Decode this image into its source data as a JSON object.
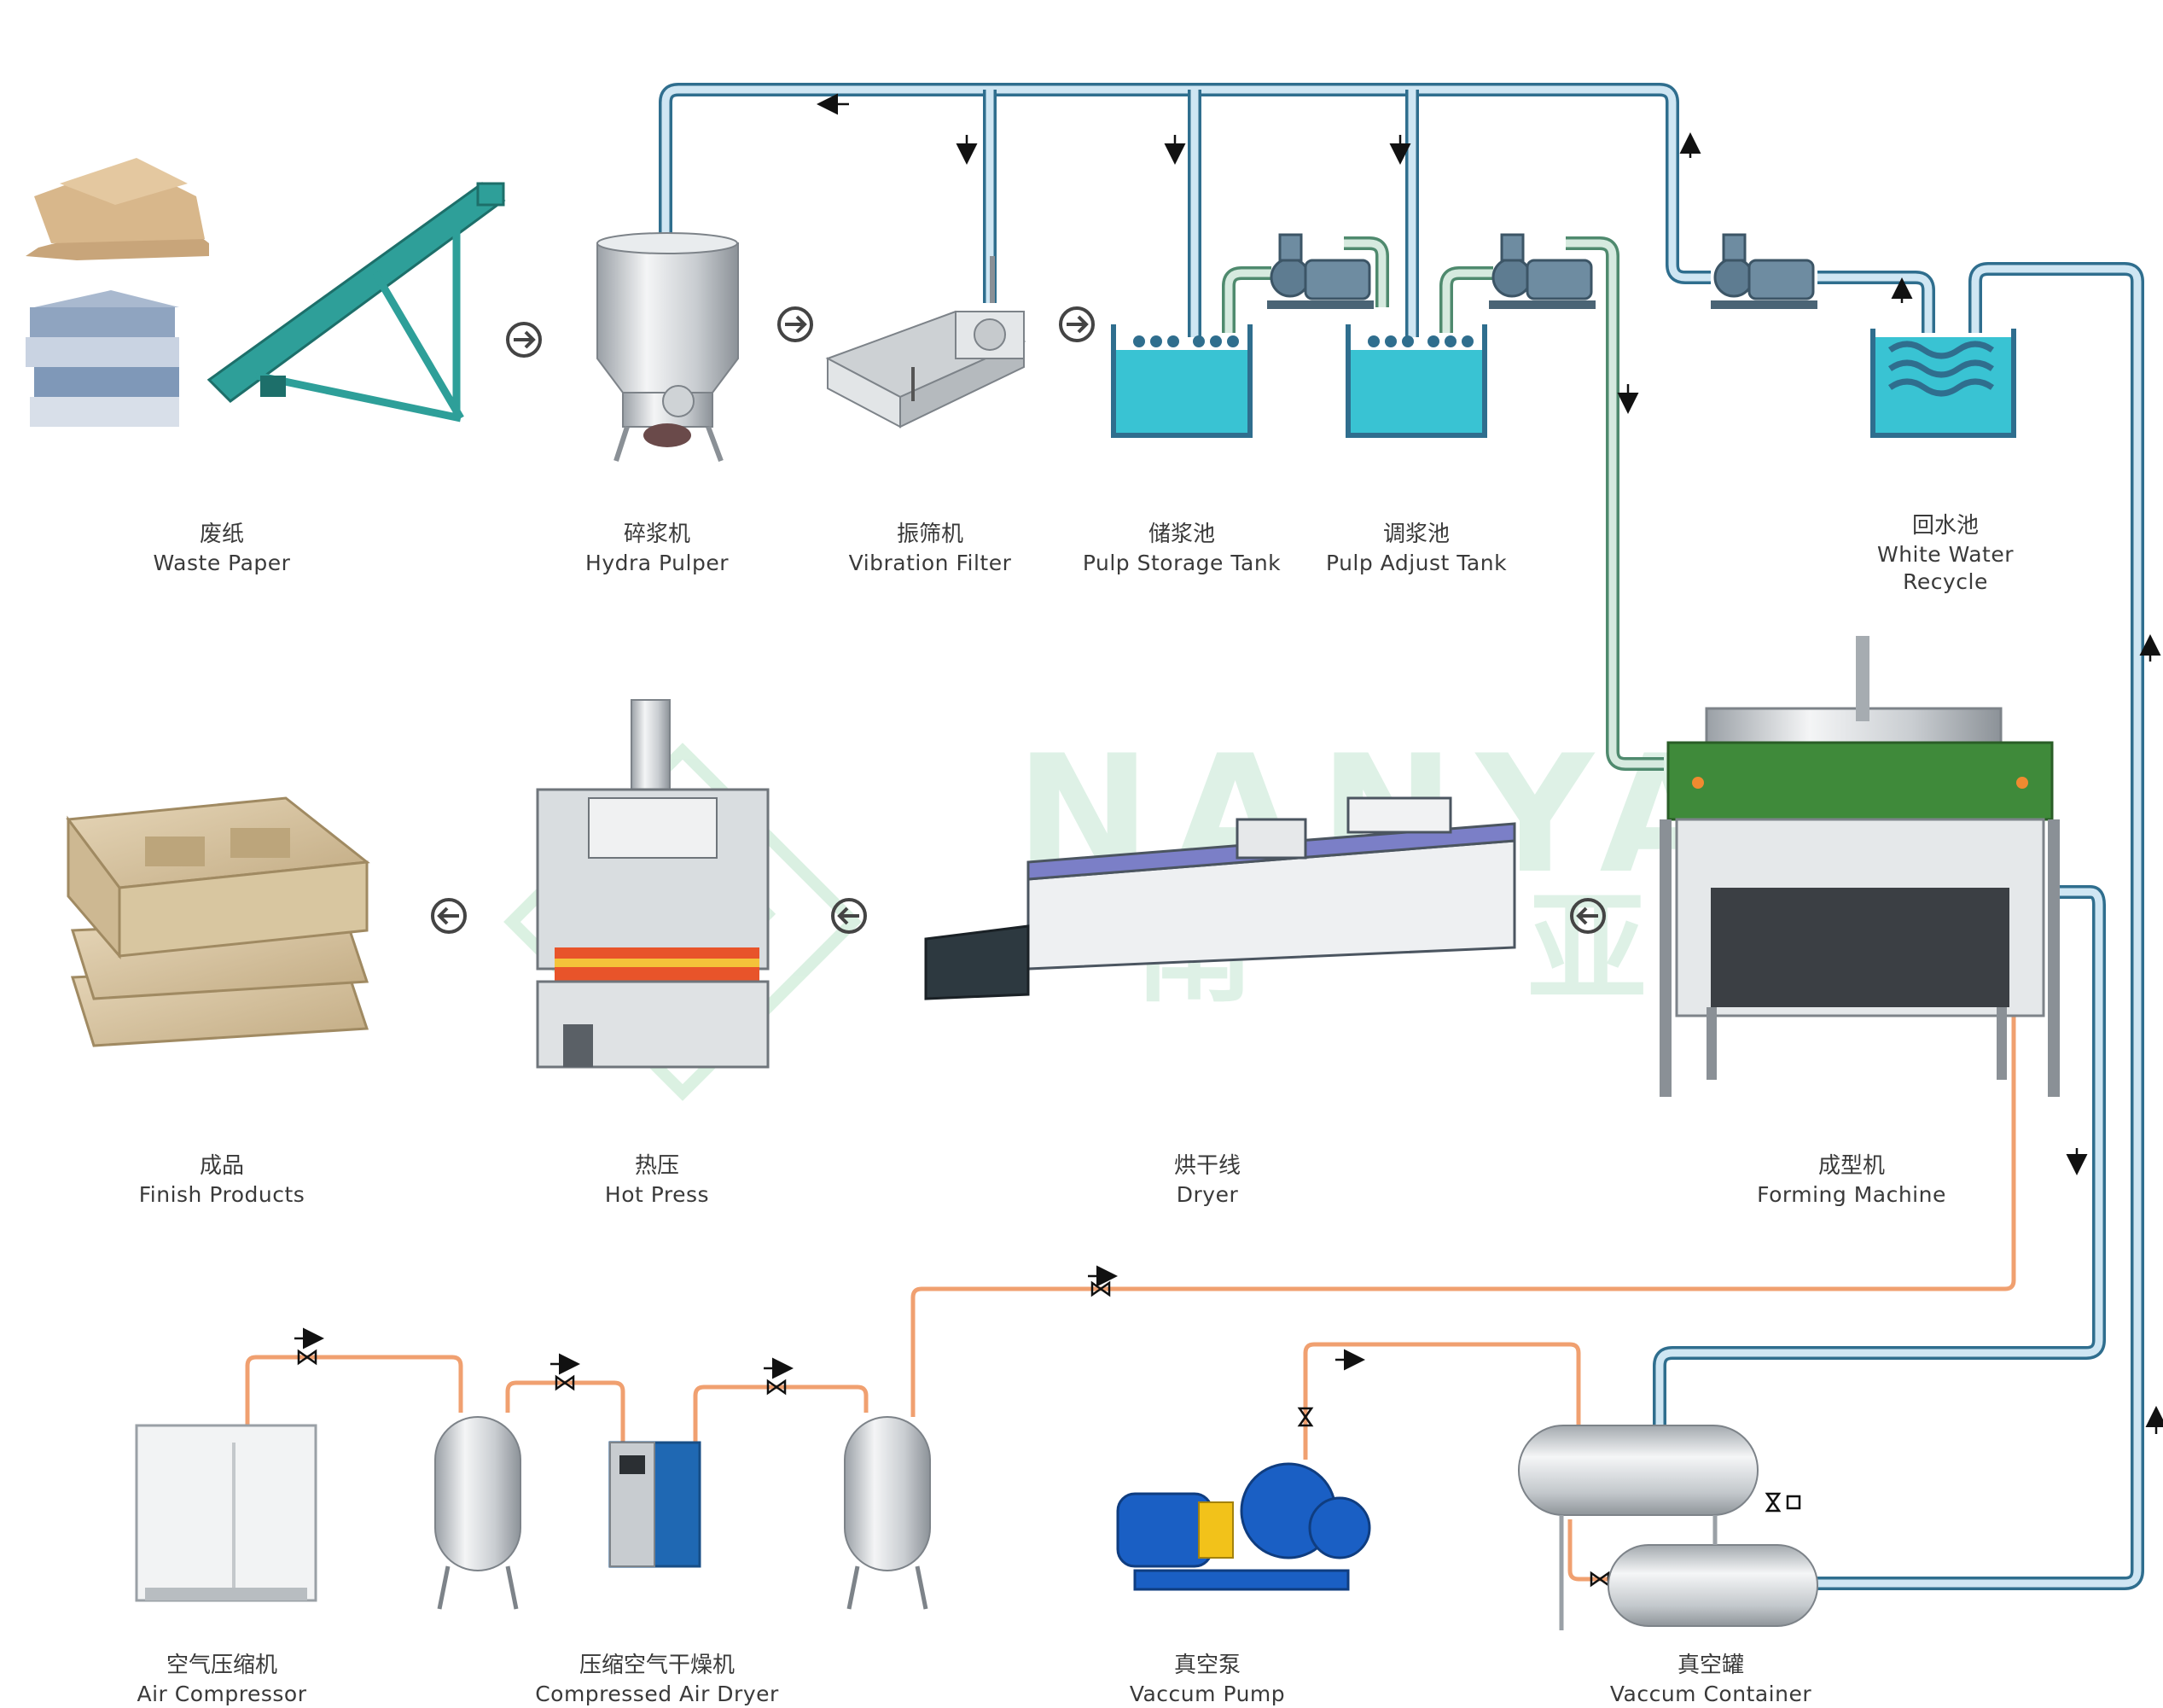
{
  "watermark": {
    "brand": "NANYA",
    "chinese": "南亚",
    "color": "#d9efe2"
  },
  "colors": {
    "water_pipe": "#2f6e8e",
    "pulp_pipe": "#4f8a6e",
    "air_pipe": "#f0a070",
    "tank_water": "#39c3d3",
    "conveyor": "#2e9f99"
  },
  "stations": [
    {
      "id": "waste-paper",
      "zh": "废纸",
      "en": "Waste Paper",
      "icon": "paper-bale-icon"
    },
    {
      "id": "hydra-pulper",
      "zh": "碎浆机",
      "en": "Hydra Pulper",
      "icon": "pulper-icon"
    },
    {
      "id": "vibration-filter",
      "zh": "振筛机",
      "en": "Vibration Filter",
      "icon": "vibration-screen-icon"
    },
    {
      "id": "pulp-storage-tank",
      "zh": "储浆池",
      "en": "Pulp Storage Tank",
      "icon": "tank-icon"
    },
    {
      "id": "pulp-adjust-tank",
      "zh": "调浆池",
      "en": "Pulp Adjust Tank",
      "icon": "tank-icon"
    },
    {
      "id": "white-water-recycle",
      "zh": "回水池",
      "en_lines": [
        "White Water",
        "Recycle"
      ],
      "icon": "water-pool-icon"
    },
    {
      "id": "finish-products",
      "zh": "成品",
      "en": "Finish Products",
      "icon": "pulp-tray-icon"
    },
    {
      "id": "hot-press",
      "zh": "热压",
      "en": "Hot Press",
      "icon": "hot-press-icon"
    },
    {
      "id": "dryer",
      "zh": "烘干线",
      "en": "Dryer",
      "icon": "dryer-line-icon"
    },
    {
      "id": "forming-machine",
      "zh": "成型机",
      "en": "Forming Machine",
      "icon": "forming-machine-icon"
    },
    {
      "id": "air-compressor",
      "zh": "空气压缩机",
      "en": "Air Compressor",
      "icon": "air-compressor-icon"
    },
    {
      "id": "compressed-air-dryer",
      "zh": "压缩空气干燥机",
      "en": "Compressed Air Dryer",
      "icon": "air-dryer-icon"
    },
    {
      "id": "vaccum-pump",
      "zh": "真空泵",
      "en": "Vaccum Pump",
      "icon": "vacuum-pump-icon"
    },
    {
      "id": "vaccum-container",
      "zh": "真空罐",
      "en": "Vaccum Container",
      "icon": "vacuum-tank-icon"
    }
  ]
}
